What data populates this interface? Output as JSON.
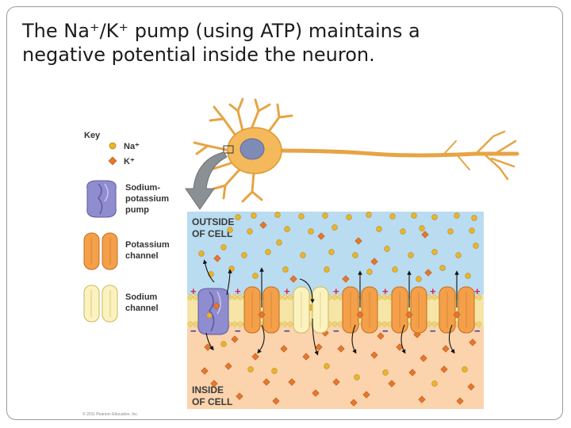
{
  "title": {
    "line1": "The Na⁺/K⁺ pump (using ATP) maintains a",
    "line2": "negative potential inside the neuron."
  },
  "key": {
    "heading": "Key",
    "na_label": "Na⁺",
    "k_label": "K⁺",
    "pump_label": [
      "Sodium-",
      "potassium",
      "pump"
    ],
    "k_channel_label": [
      "Potassium",
      "channel"
    ],
    "na_channel_label": [
      "Sodium",
      "channel"
    ]
  },
  "regions": {
    "outside": [
      "OUTSIDE",
      "OF CELL"
    ],
    "inside": [
      "INSIDE",
      "OF CELL"
    ]
  },
  "charges": {
    "positive": "+",
    "negative": "−"
  },
  "copyright": "© 2011 Pearson Education, Inc.",
  "colors": {
    "outside_fill": "#b9dcf0",
    "inside_fill": "#fbd3ad",
    "na_ion": "#e9b52c",
    "k_ion": "#e8762b",
    "pump": "#8f8ccf",
    "k_channel": "#f4a04a",
    "na_channel": "#fbf2bf",
    "neuron": "#f3b95a",
    "nucleus": "#7e8bb6",
    "plus": "#d8264f",
    "minus": "#2a3a8f"
  }
}
